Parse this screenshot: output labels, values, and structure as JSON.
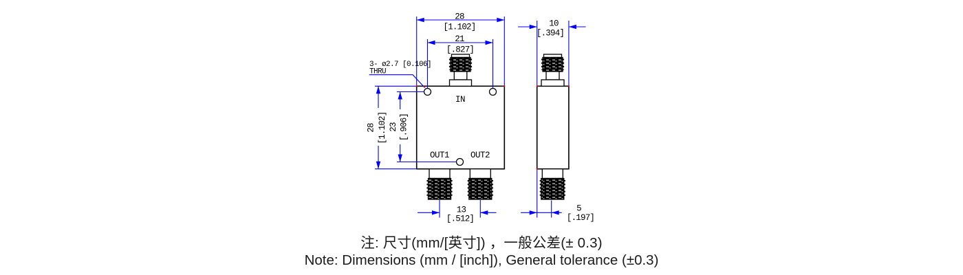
{
  "drawing": {
    "title_semantic": "2-way power divider outline drawing",
    "front_view": {
      "port_in": "IN",
      "port_out1": "OUT1",
      "port_out2": "OUT2",
      "hole_note_line1": "3- ø2.7 [0.106]",
      "hole_note_line2": "THRU",
      "dim_width_mm": "28",
      "dim_width_inch": "[1.102]",
      "dim_hole_span_mm": "21",
      "dim_hole_span_inch": "[.827]",
      "dim_height_mm": "28",
      "dim_height_inch": "[1.102]",
      "dim_hole_height_mm": "23",
      "dim_hole_height_inch": "[.906]",
      "dim_out_spacing_mm": "13",
      "dim_out_spacing_inch": "[.512]"
    },
    "side_view": {
      "dim_depth_mm": "10",
      "dim_depth_inch": "[.394]",
      "dim_connector_offset_mm": "5",
      "dim_connector_offset_inch": "[.197]"
    },
    "colors": {
      "dimension_blue": "#0000FF",
      "outline_black": "#000000",
      "marker_red": "#FF0000"
    }
  },
  "note": {
    "line1_zh": "注: 尺寸(mm/[英寸]) ，一般公差(± 0.3)",
    "line2_en": "Note: Dimensions (mm / [inch]), General tolerance (±0.3)"
  }
}
